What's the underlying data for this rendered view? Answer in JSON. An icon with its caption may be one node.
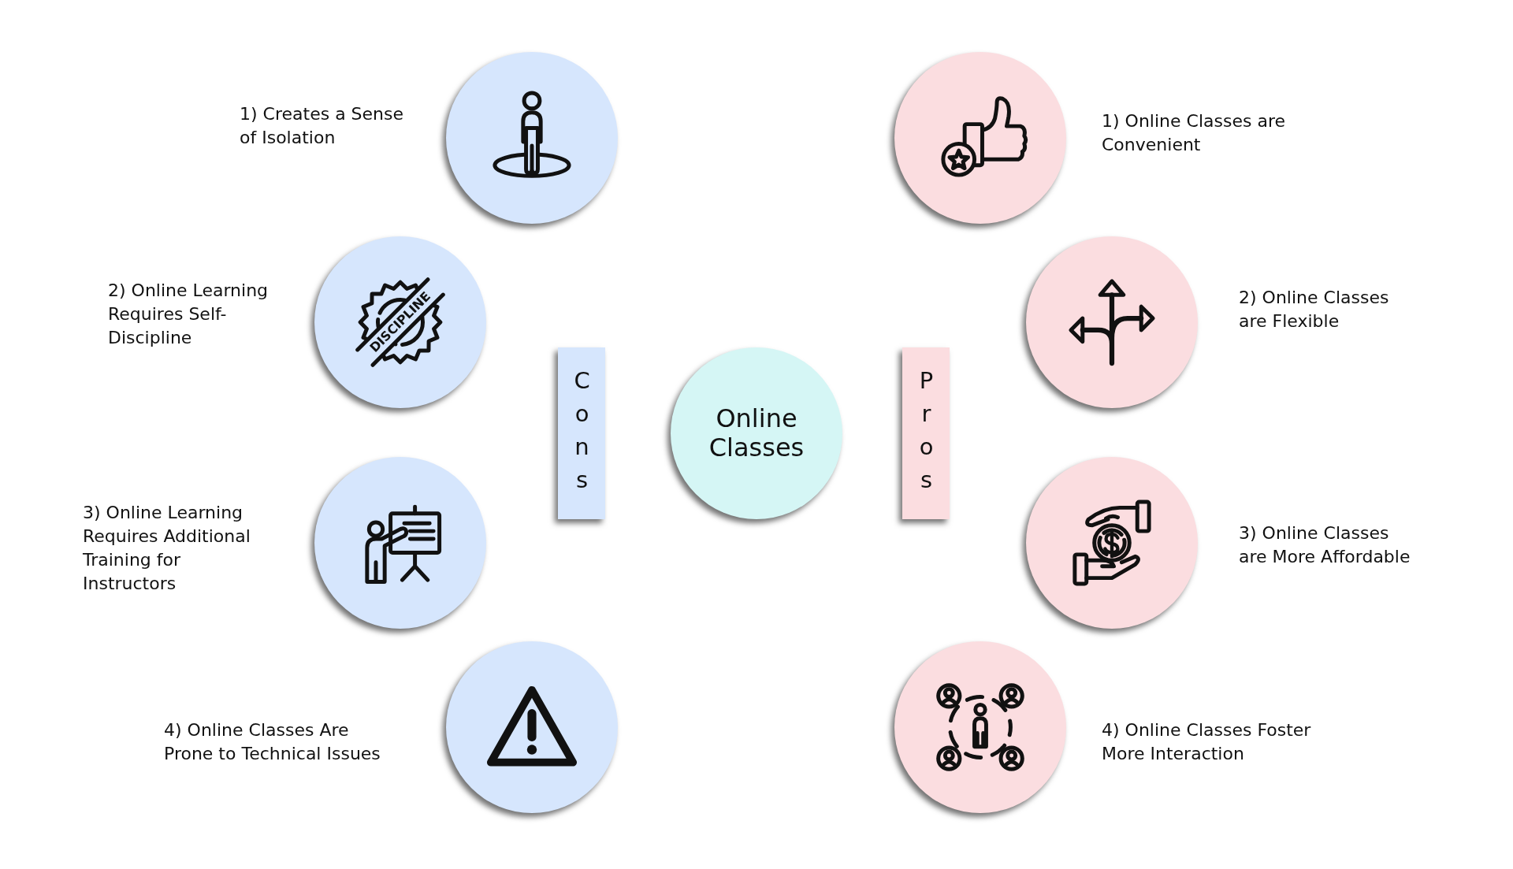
{
  "diagram": {
    "nodes": [
      {
        "text": [
          "Online Classes"
        ]
      },
      {
        "text": [
          "Cons"
        ]
      },
      {
        "text": [
          "Pros"
        ]
      },
      {
        "text": [],
        "shape": "circle",
        "beside": [
          "1) Creates a Sense of Isolation"
        ]
      },
      {
        "text": [],
        "shape": "circle",
        "beside": [
          "2) Online Learning Requires Self-Discipline"
        ]
      },
      {
        "text": [],
        "shape": "circle",
        "beside": [
          "3) Online Learning Requires Additional Training for Instructors"
        ]
      },
      {
        "text": [],
        "shape": "circle",
        "beside": [
          "4) Online Classes Are Prone to Technical Issues"
        ]
      },
      {
        "text": [],
        "shape": "circle",
        "beside": [
          "1) Online Classes are Convenient"
        ]
      },
      {
        "text": [],
        "shape": "circle",
        "beside": [
          "2) Online Classes are Flexible"
        ]
      },
      {
        "text": [],
        "shape": "circle",
        "beside": [
          "3) Online Classes are More Affordable"
        ]
      },
      {
        "text": [],
        "shape": "circle",
        "beside": [
          "4) Online Classes Foster More Interaction"
        ]
      }
    ],
    "labels": [
      "DISCIPLINE"
    ]
  }
}
